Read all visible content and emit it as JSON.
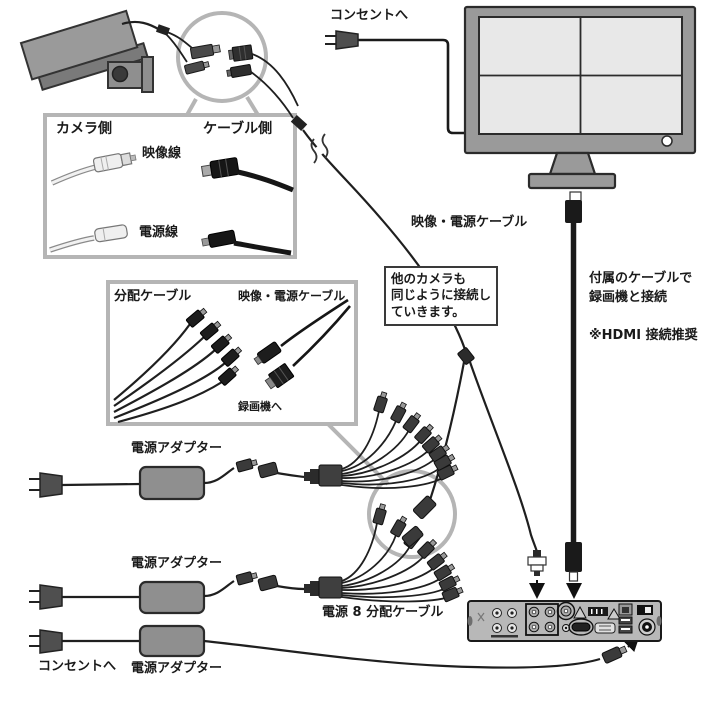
{
  "labels": {
    "outlet_top": "コンセントへ",
    "video_power_cable": "映像・電源ケーブル",
    "outlet_bottom": "コンセントへ",
    "power_splitter8": "電源 8 分配ケーブル",
    "adapter1": "電源アダプター",
    "adapter2": "電源アダプター",
    "adapter3": "電源アダプター"
  },
  "note_box": {
    "line1": "他のカメラも",
    "line2": "同じように接続し",
    "line3": "ていきます。"
  },
  "recorder_info": {
    "line1": "付属のケーブルで",
    "line2": "録画機と接続",
    "hdmi_note": "※HDMI 接続推奨"
  },
  "connector_box": {
    "camera_side": "カメラ側",
    "cable_side": "ケーブル側",
    "video_line": "映像線",
    "power_line": "電源線"
  },
  "splitter_box": {
    "splitter_cable": "分配ケーブル",
    "video_power_cable": "映像・電源ケーブル",
    "to_recorder": "録画機へ"
  },
  "colors": {
    "line": "#1f1f1f",
    "box_border": "#b5b5b5",
    "device_gray": "#9a9a9a",
    "connector_dark": "#3a3a3a",
    "screen_gray": "#e8e8e8",
    "dvr_body": "#b8b8b8",
    "highlight_circle": "#b5b5b5"
  }
}
